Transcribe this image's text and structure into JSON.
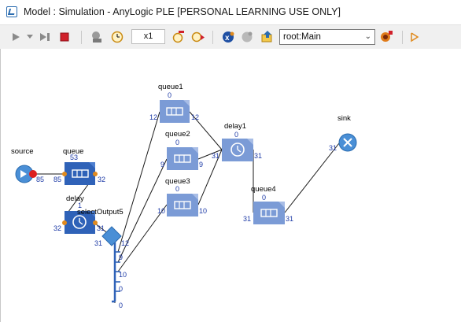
{
  "window": {
    "title": "Model : Simulation - AnyLogic PLE [PERSONAL LEARNING USE ONLY]"
  },
  "toolbar": {
    "speed_label": "x1",
    "agent_selector_value": "root:Main",
    "icons": [
      "run-icon",
      "dropdown-icon",
      "step-icon",
      "stop-icon",
      "virtual-time-icon",
      "real-time-icon",
      "slower-icon",
      "faster-icon",
      "experiment-icon",
      "agent-icon",
      "navigate-up-icon",
      "view-areas-icon",
      "toggle-developer-panel-icon"
    ]
  },
  "model": {
    "blocks": {
      "source": {
        "label": "source",
        "out_count": "85"
      },
      "queue": {
        "label": "queue",
        "count": "53",
        "in_count": "85",
        "out_count": "32"
      },
      "delay": {
        "label": "delay",
        "count": "1",
        "in_count": "32",
        "out_count": "31"
      },
      "selectOutput5": {
        "label": "selectOutput5",
        "in_count": "31",
        "out1": "12",
        "out2": "9",
        "out3": "10",
        "out4": "0",
        "out5": "0"
      },
      "queue1": {
        "label": "queue1",
        "count": "0",
        "in_count": "12",
        "out_count": "12"
      },
      "queue2": {
        "label": "queue2",
        "count": "0",
        "in_count": "9",
        "out_count": "9"
      },
      "queue3": {
        "label": "queue3",
        "count": "0",
        "in_count": "10",
        "out_count": "10"
      },
      "delay1": {
        "label": "delay1",
        "count": "0",
        "in_count": "31",
        "out_count": "31"
      },
      "queue4": {
        "label": "queue4",
        "count": "0",
        "in_count": "31",
        "out_count": "31"
      },
      "sink": {
        "label": "sink",
        "in_count": "31"
      }
    }
  },
  "colors": {
    "queue_dark": "#2f62b8",
    "block_light": "#7b9bd6",
    "stat_text": "#1d3aa6",
    "port": "#e08a1e",
    "source_red": "#dd1f1f"
  }
}
